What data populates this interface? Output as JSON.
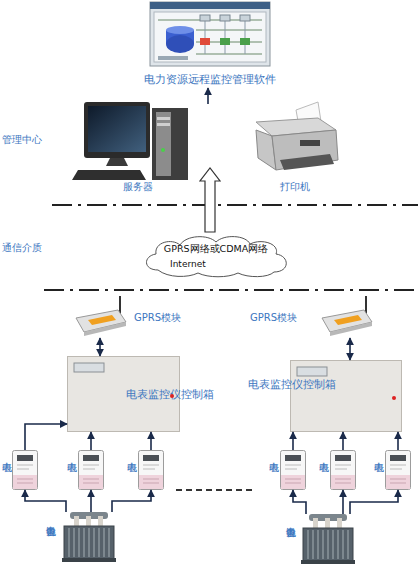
{
  "diagram": {
    "nodes": [
      {
        "text": [
          "电力资源远程监控管理软件"
        ]
      },
      {
        "text": [
          "管理中心"
        ]
      },
      {
        "text": [
          "服务器"
        ],
        "in": 1
      },
      {
        "text": [
          "打印机"
        ],
        "in": 1
      },
      {
        "text": [
          "GPRS网络或CDMA网络",
          "Internet"
        ]
      },
      {
        "text": [
          "GPRS模块"
        ]
      },
      {
        "text": [
          "GPRS模块"
        ]
      },
      {
        "text": [
          "电表监控仪控制箱"
        ]
      },
      {
        "text": [
          "电表监控仪控制箱"
        ]
      },
      {
        "text": [
          "电表"
        ]
      },
      {
        "text": [
          "电表"
        ]
      },
      {
        "text": [
          "电表"
        ]
      },
      {
        "text": [
          "电表"
        ]
      },
      {
        "text": [
          "电表"
        ]
      },
      {
        "text": [
          "电表"
        ]
      },
      {
        "text": [
          "电力设备"
        ]
      },
      {
        "text": [
          "电力设备"
        ]
      }
    ],
    "edges": [
      {
        "from": 1,
        "to": 0,
        "arrow": "to"
      },
      {
        "from": 4,
        "to": 1,
        "arrow": "to"
      },
      {
        "from": 5,
        "to": 7,
        "arrow": "both"
      },
      {
        "from": 6,
        "to": 8,
        "arrow": "both"
      },
      {
        "from": 9,
        "to": 7,
        "arrow": "to"
      },
      {
        "from": 10,
        "to": 7,
        "arrow": "to"
      },
      {
        "from": 11,
        "to": 7,
        "arrow": "to"
      },
      {
        "from": 12,
        "to": 8,
        "arrow": "to"
      },
      {
        "from": 13,
        "to": 8,
        "arrow": "to"
      },
      {
        "from": 14,
        "to": 8,
        "arrow": "to"
      },
      {
        "from": 15,
        "to": 9,
        "arrow": "to"
      },
      {
        "from": 15,
        "to": 10,
        "arrow": "to"
      },
      {
        "from": 15,
        "to": 11,
        "arrow": "to"
      },
      {
        "from": 16,
        "to": 12,
        "arrow": "to"
      },
      {
        "from": 16,
        "to": 13,
        "arrow": "to"
      },
      {
        "from": 16,
        "to": 14,
        "arrow": "to"
      }
    ],
    "labels": [
      "通信介质"
    ]
  }
}
